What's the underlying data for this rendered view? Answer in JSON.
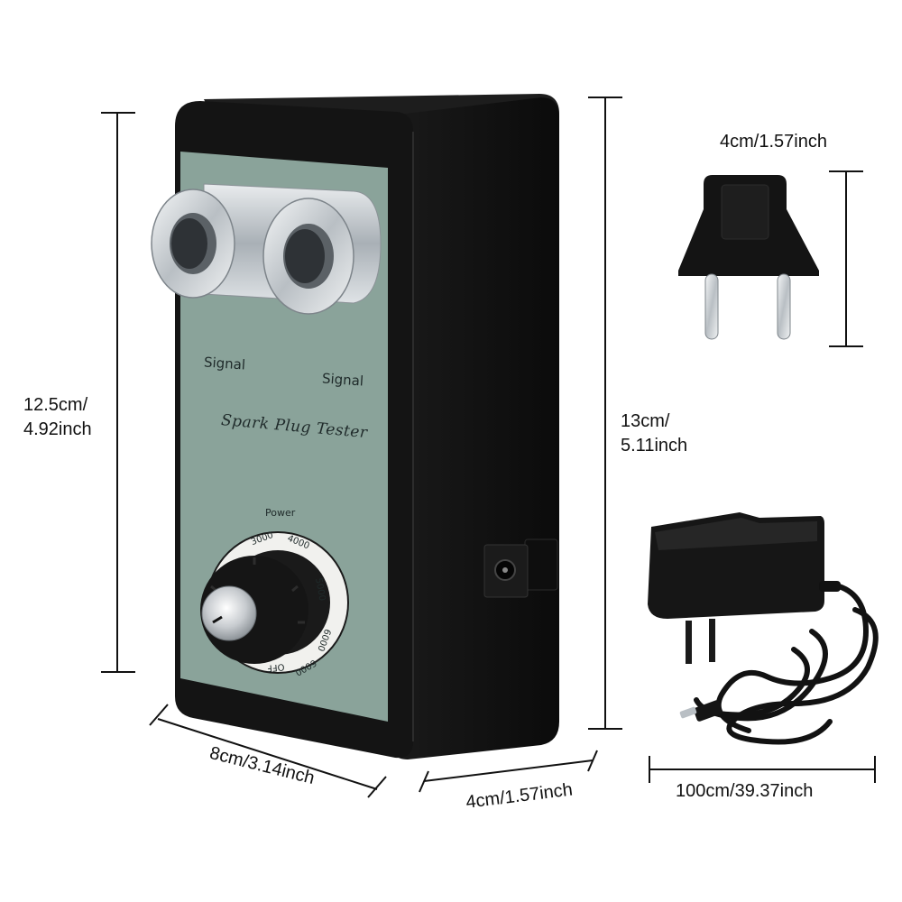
{
  "dimensions": {
    "height_left": [
      "12.5cm/",
      "4.92inch"
    ],
    "height_right": [
      "13cm/",
      "5.11inch"
    ],
    "width_front": "8cm/3.14inch",
    "depth_side": "4cm/1.57inch",
    "plug_width": "4cm/1.57inch",
    "cable_length": "100cm/39.37inch"
  },
  "device": {
    "signal_left": "Signal",
    "signal_right": "Signal",
    "brand": "Spark Plug Tester",
    "power_label": "Power",
    "dial": [
      "3000",
      "4000",
      "5000",
      "6000",
      "6000",
      "OFF"
    ]
  },
  "colors": {
    "panel": "#8aa39a",
    "body": "#141414",
    "chrome": "#d9dde0"
  }
}
